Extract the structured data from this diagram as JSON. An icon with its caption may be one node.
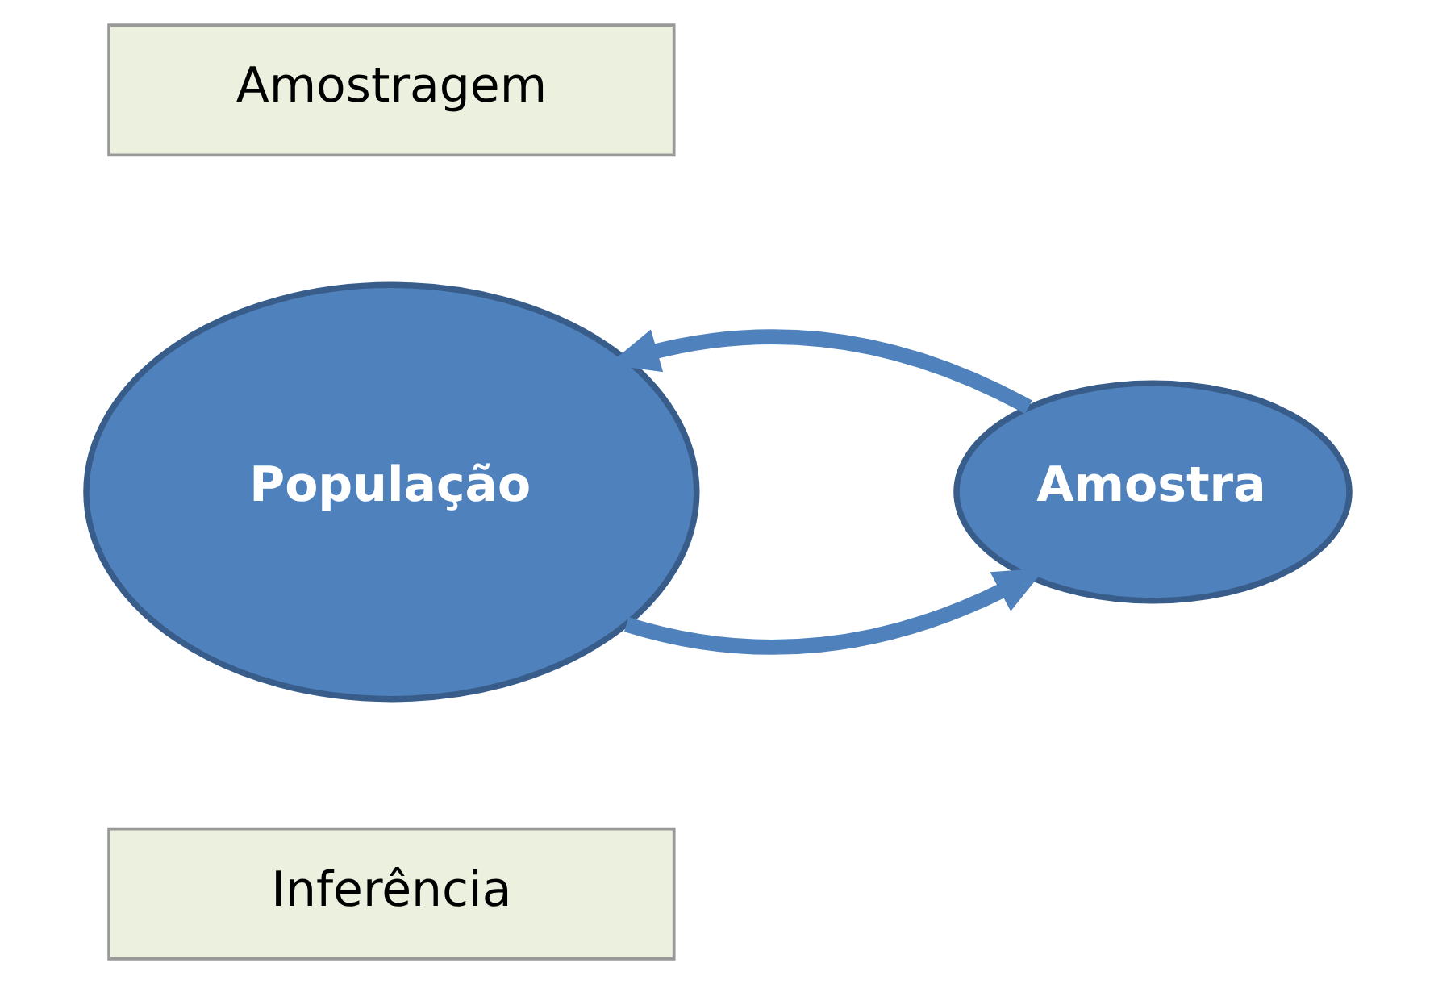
{
  "diagram": {
    "nodes": [
      {
        "text": [
          "Amostragem"
        ]
      },
      {
        "text": [
          "População"
        ]
      },
      {
        "text": [
          "Amostra"
        ]
      },
      {
        "text": [
          "Inferência"
        ]
      }
    ],
    "edges": [
      {
        "from": 1,
        "to": 2,
        "arrow": "to"
      },
      {
        "from": 2,
        "to": 1,
        "arrow": "to"
      }
    ]
  }
}
